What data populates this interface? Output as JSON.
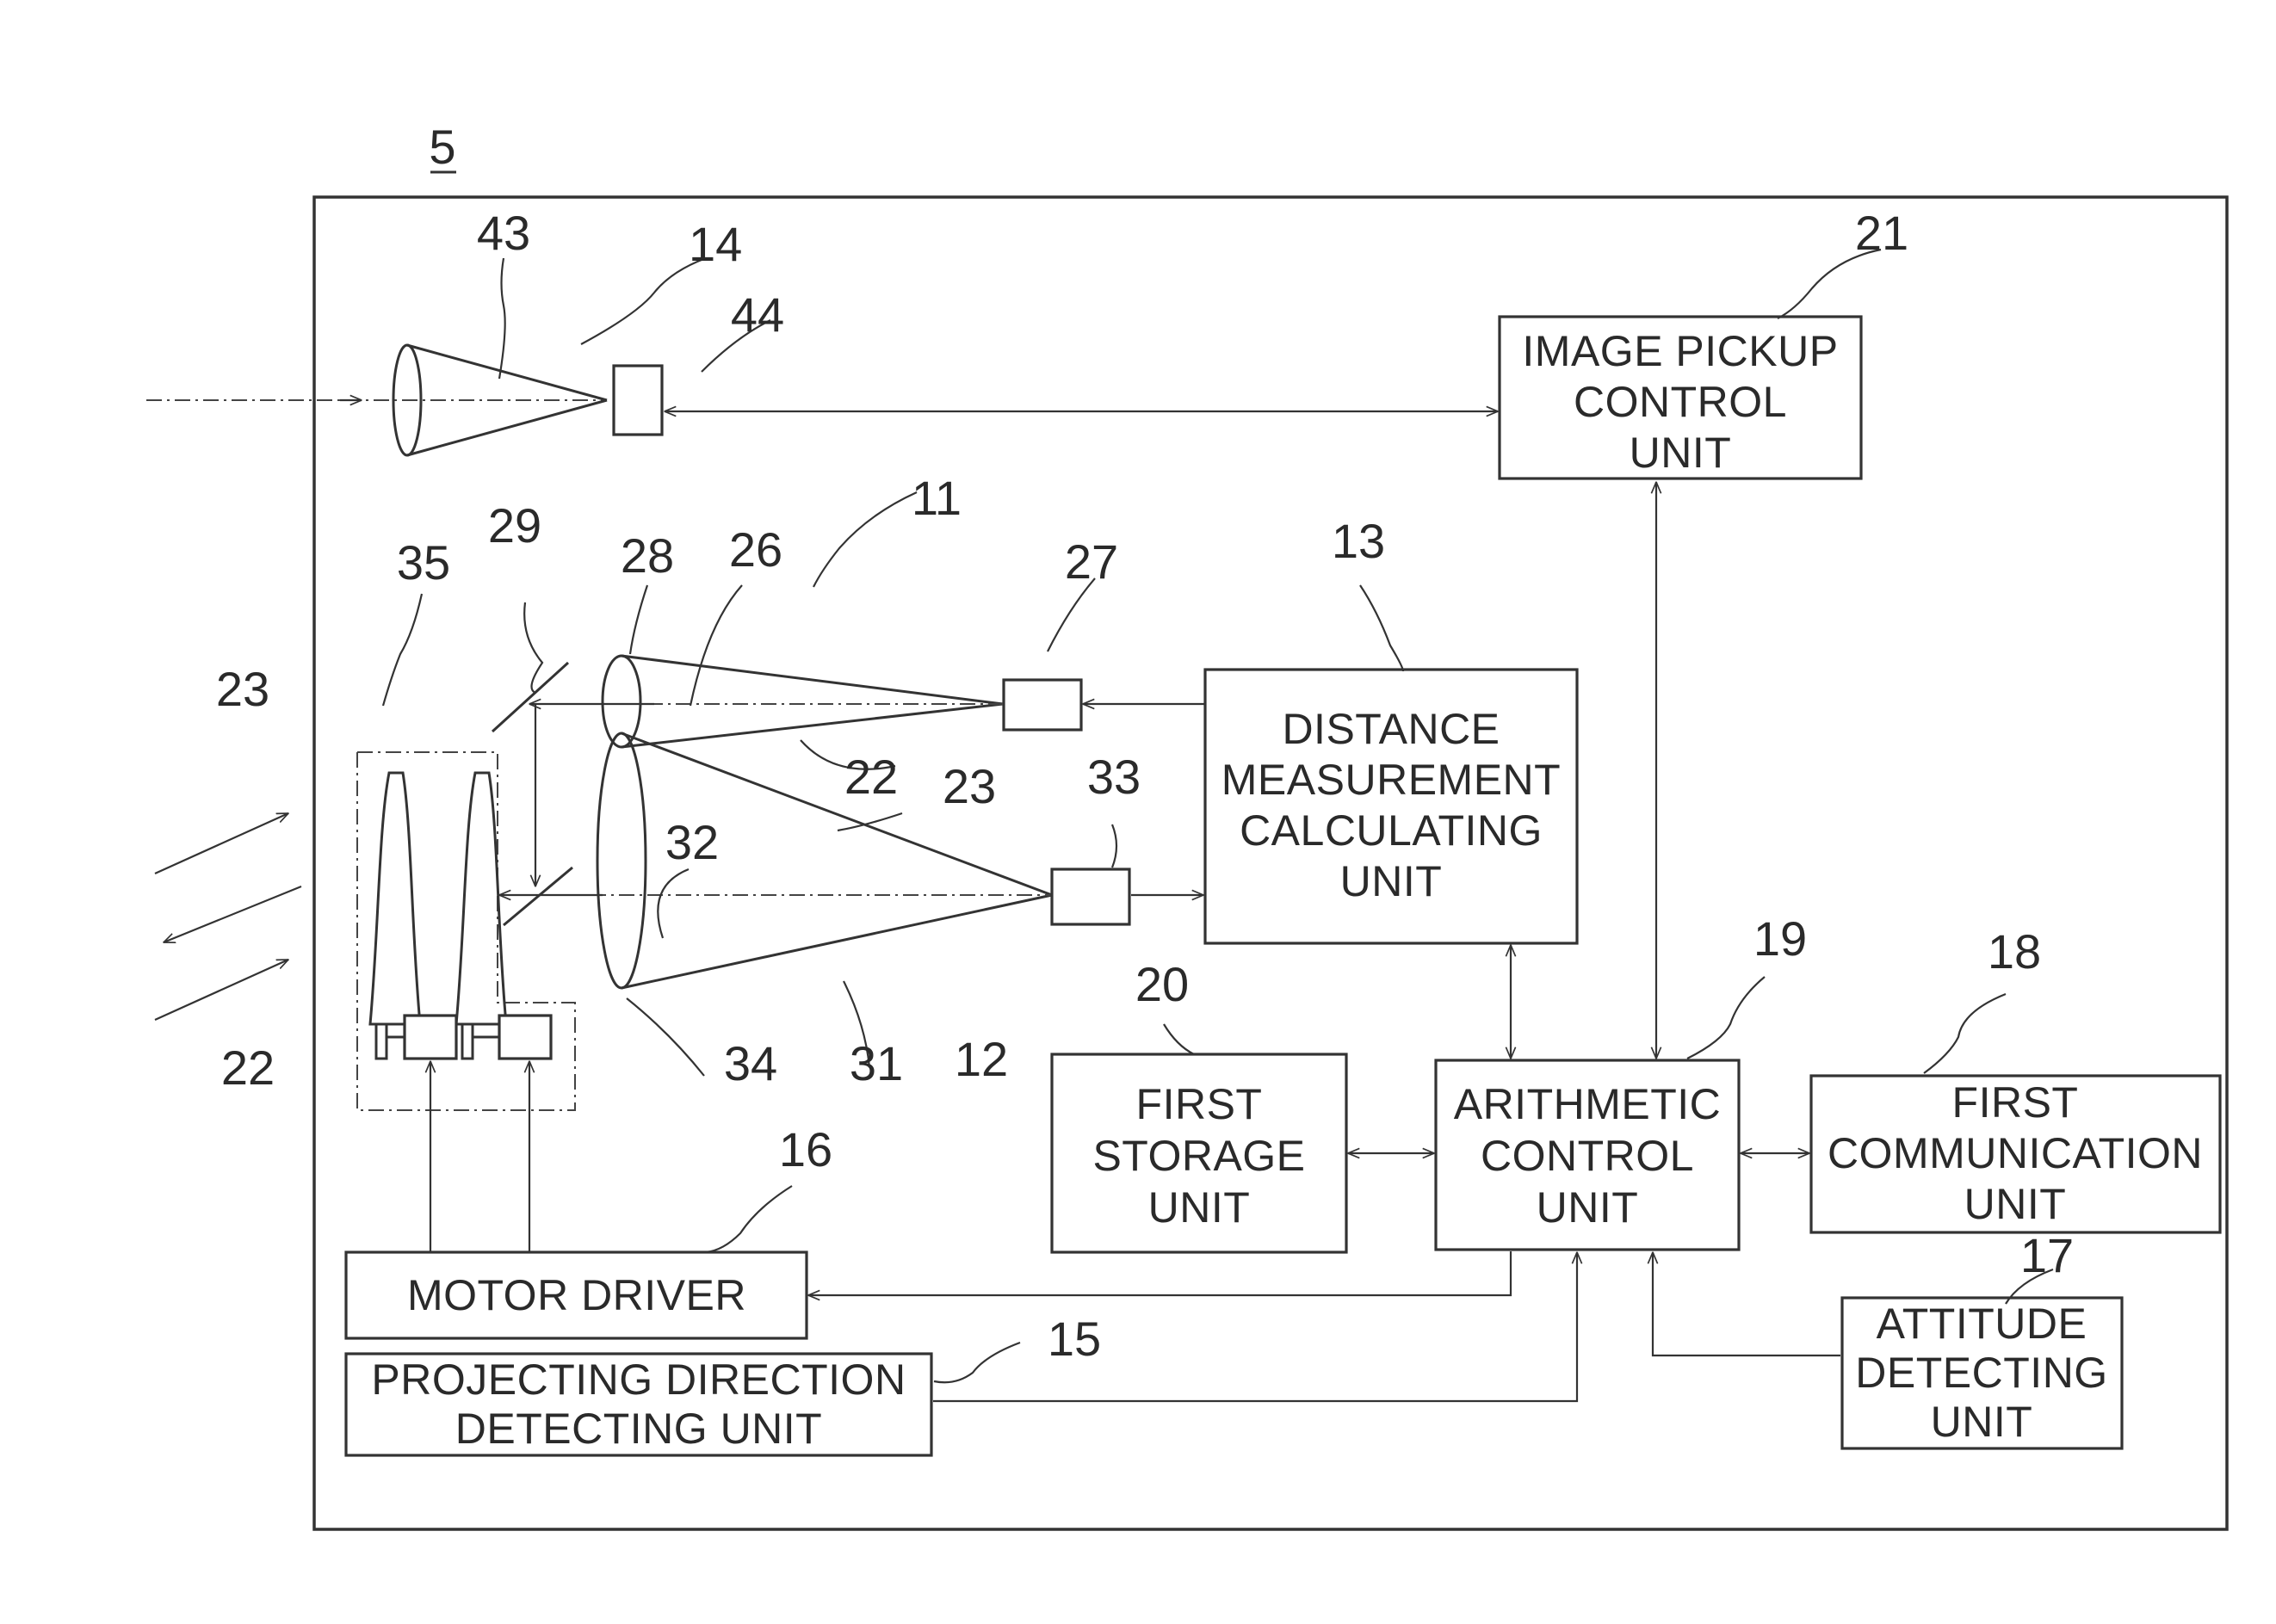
{
  "figure_label": "5",
  "blocks": {
    "image_pickup": [
      "IMAGE PICKUP",
      "CONTROL",
      "UNIT"
    ],
    "distance": [
      "DISTANCE",
      "MEASUREMENT",
      "CALCULATING",
      "UNIT"
    ],
    "storage": [
      "FIRST",
      "STORAGE",
      "UNIT"
    ],
    "arithmetic": [
      "ARITHMETIC",
      "CONTROL",
      "UNIT"
    ],
    "communication": [
      "FIRST",
      "COMMUNICATION",
      "UNIT"
    ],
    "attitude": [
      "ATTITUDE",
      "DETECTING",
      "UNIT"
    ],
    "motor_driver": [
      "MOTOR DRIVER"
    ],
    "projecting": [
      "PROJECTING DIRECTION",
      "DETECTING UNIT"
    ]
  },
  "refs": {
    "r43": "43",
    "r14": "14",
    "r44": "44",
    "r21": "21",
    "r11": "11",
    "r35": "35",
    "r29": "29",
    "r28": "28",
    "r26": "26",
    "r27": "27",
    "r13": "13",
    "r23a": "23",
    "r22a": "22",
    "r23b": "23",
    "r33": "33",
    "r32": "32",
    "r22b": "22",
    "r34": "34",
    "r31": "31",
    "r12": "12",
    "r20": "20",
    "r19": "19",
    "r18": "18",
    "r16": "16",
    "r17": "17",
    "r15": "15"
  }
}
